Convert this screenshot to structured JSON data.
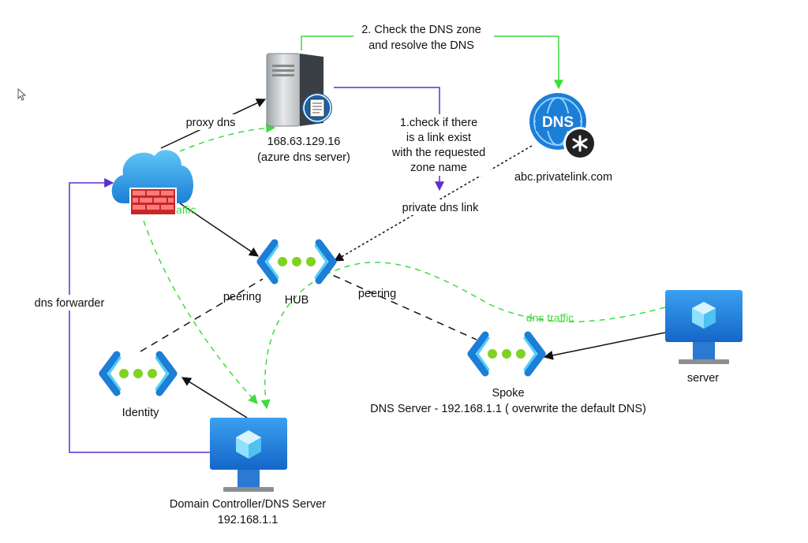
{
  "diagram": {
    "labels": {
      "check_zone_l1": "2. Check the DNS zone",
      "check_zone_l2": "and resolve the DNS",
      "proxy_dns": "proxy dns",
      "azure_dns_ip": "168.63.129.16",
      "azure_dns_name": "(azure dns server)",
      "check_link_l1": "1.check if there",
      "check_link_l2": "is a link exist",
      "check_link_l3": "with the requested",
      "check_link_l4": "zone name",
      "private_dns_link": "private dns link",
      "private_zone": "abc.privatelink.com",
      "dns_icon_text": "DNS",
      "firewall_traffic_fragment": "affic",
      "dns_forwarder": "dns forwarder",
      "peering_left": "peering",
      "hub": "HUB",
      "peering_right": "peering",
      "dns_traffic": "dns traffic",
      "server": "server",
      "identity": "Identity",
      "spoke": "Spoke",
      "spoke_dns": "DNS Server - 192.168.1.1 ( overwrite the default DNS)",
      "dc_name": "Domain Controller/DNS Server",
      "dc_ip": "192.168.1.1"
    },
    "colors": {
      "green": "#3ddc3d",
      "purple": "#5b2fd4",
      "black": "#111111",
      "azure_blue": "#1c7ed6",
      "cyan": "#32bfe8",
      "dot_green": "#7ed321",
      "firewall_red": "#c62828"
    },
    "icons": {
      "azure_dns_server": "server-tower-icon",
      "private_dns_zone": "dns-globe-icon",
      "firewall": "cloud-firewall-icon",
      "hub": "virtual-network-icon",
      "identity": "virtual-network-icon",
      "spoke": "virtual-network-icon",
      "server": "virtual-machine-icon",
      "domain_controller": "virtual-machine-icon",
      "cursor": "mouse-cursor-icon"
    }
  }
}
